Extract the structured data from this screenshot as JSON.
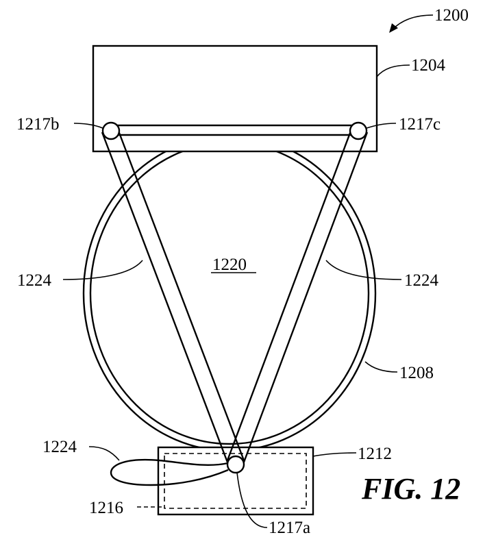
{
  "figure": {
    "title": "FIG. 12",
    "labels": {
      "assembly": "1200",
      "top_block": "1204",
      "pivot_b": "1217b",
      "pivot_c": "1217c",
      "region": "1220",
      "strap_left": "1224",
      "strap_right": "1224",
      "loop": "1208",
      "strap_bottom": "1224",
      "bottom_block": "1212",
      "inner_box": "1216",
      "pivot_a": "1217a"
    },
    "colors": {
      "ink": "#000000",
      "paper": "#ffffff"
    }
  }
}
